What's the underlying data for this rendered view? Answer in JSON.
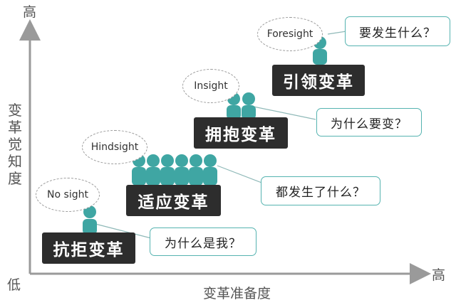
{
  "axes": {
    "y_high": "高",
    "origin_low": "低",
    "x_high": "高",
    "y_title": "变革觉知度",
    "x_title": "变革准备度"
  },
  "colors": {
    "figure": "#3fa6a3",
    "stage_box": "#2d2d2d",
    "bubble_border": "#55b3b0",
    "axis": "#9a9a9a"
  },
  "stages": [
    {
      "name": "抗拒变革",
      "sight": "No sight",
      "question": "为什么是我？",
      "people": 1
    },
    {
      "name": "适应变革",
      "sight": "Hindsight",
      "question": "都发生了什么？",
      "people": 6
    },
    {
      "name": "拥抱变革",
      "sight": "Insight",
      "question": "为什么要变？",
      "people": 2
    },
    {
      "name": "引领变革",
      "sight": "Foresight",
      "question": "要发生什么？",
      "people": 1
    }
  ]
}
